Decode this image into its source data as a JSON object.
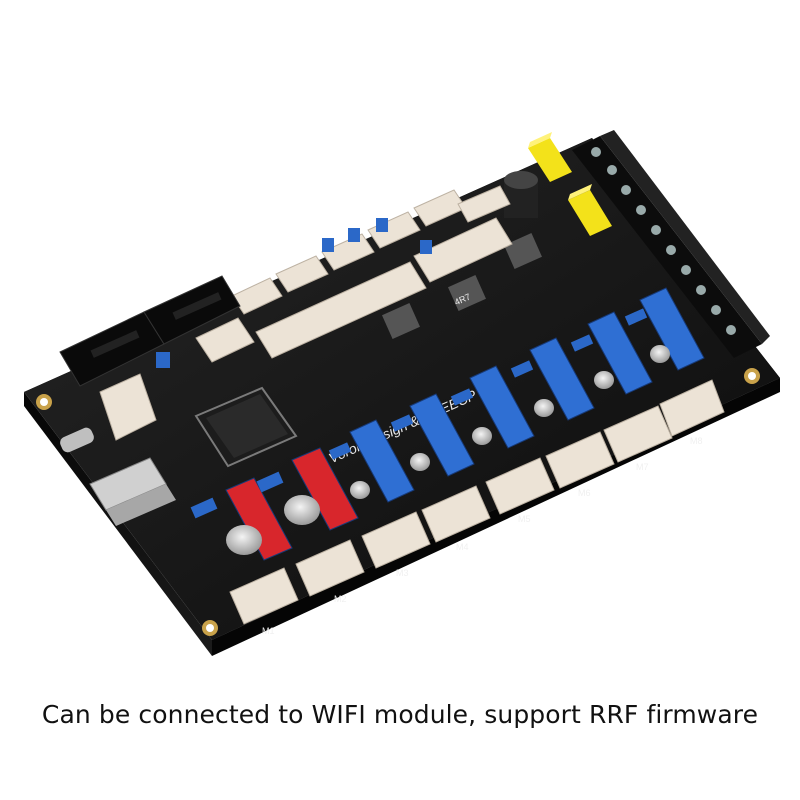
{
  "caption": "Can be connected to WIFI module, support RRF firmware",
  "board": {
    "brand_text": "Voron Design & F1 EECP",
    "motor_labels": [
      "M1",
      "M2",
      "M3",
      "M4",
      "M5",
      "M6",
      "M7",
      "M8"
    ],
    "inductor_text": "4R7",
    "colors": {
      "pcb": "#141414",
      "stepper_socket": "#2f6fd3",
      "stepper_socket_alt": "#d8262c",
      "connector": "#ece3d6",
      "fuse": "#f3e21a",
      "terminal_block": "#0c0c0c",
      "jumper": "#2b68c8"
    }
  }
}
